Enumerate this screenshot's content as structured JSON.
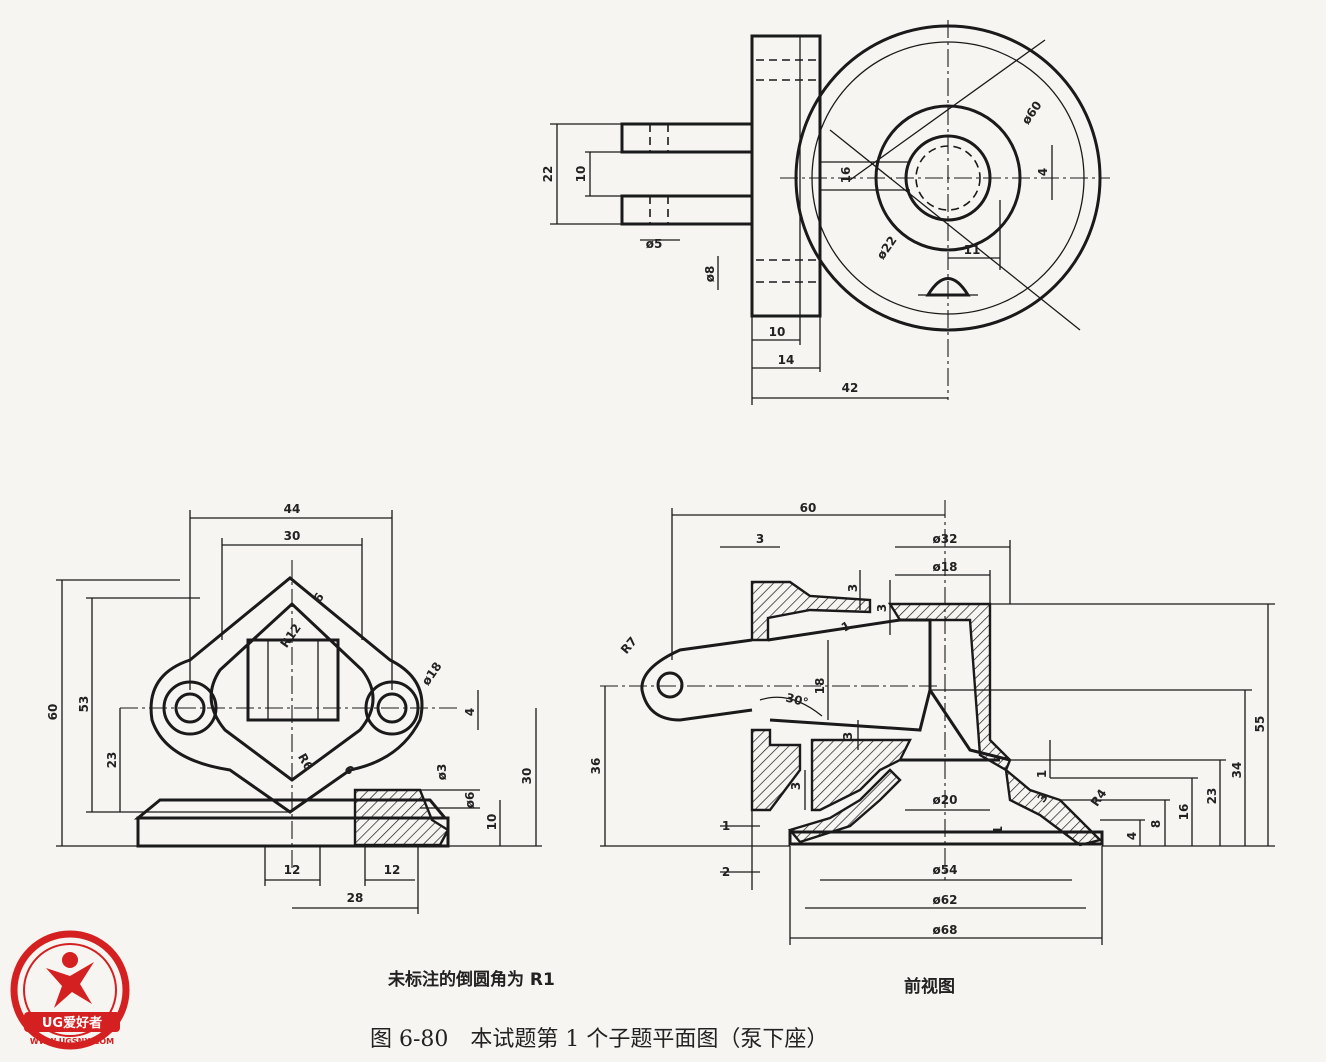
{
  "top_view": {
    "dims": {
      "d22": "22",
      "d10": "10",
      "d16": "16",
      "d4": "4",
      "d60": "ø60",
      "d22dia": "ø22",
      "d11": "11",
      "d5": "ø5",
      "d8": "ø8",
      "d10b": "10",
      "d14": "14",
      "d42": "42"
    }
  },
  "side_view": {
    "dims": {
      "d44": "44",
      "d30": "30",
      "d6": "6",
      "r12": "R12",
      "d18": "ø18",
      "d60": "60",
      "d53": "53",
      "d23": "23",
      "d4": "4",
      "r6": "R6",
      "d6b": "6",
      "d3": "ø3",
      "d6c": "ø6",
      "d30v": "30",
      "d10": "10",
      "d12a": "12",
      "d12b": "12",
      "d28": "28"
    }
  },
  "front_view": {
    "dims": {
      "d60": "60",
      "d3": "3",
      "d32": "ø32",
      "d18": "ø18",
      "d3b": "3",
      "d3c": "3",
      "d1": "1",
      "r7": "R7",
      "d18v": "18",
      "a30": "30°",
      "d3d": "3",
      "d36": "36",
      "d3e": "3",
      "d20": "ø20",
      "d1b": "1",
      "d3f": "3",
      "r4": "R4",
      "d1c": "1",
      "d4": "4",
      "d8": "8",
      "d16": "16",
      "d23": "23",
      "d34": "34",
      "d55": "55",
      "d1d": "1",
      "d2": "2",
      "d54": "ø54",
      "d62": "ø62",
      "d68": "ø68"
    }
  },
  "labels": {
    "chamfer_note": "未标注的倒圆角为 R1",
    "front_view_title": "前视图",
    "figure_caption": "图 6-80　本试题第 1 个子题平面图（泵下座）"
  },
  "watermark": {
    "brand": "UG爱好者",
    "url": "WWW.UGSNX.COM",
    "color": "#d42020"
  }
}
